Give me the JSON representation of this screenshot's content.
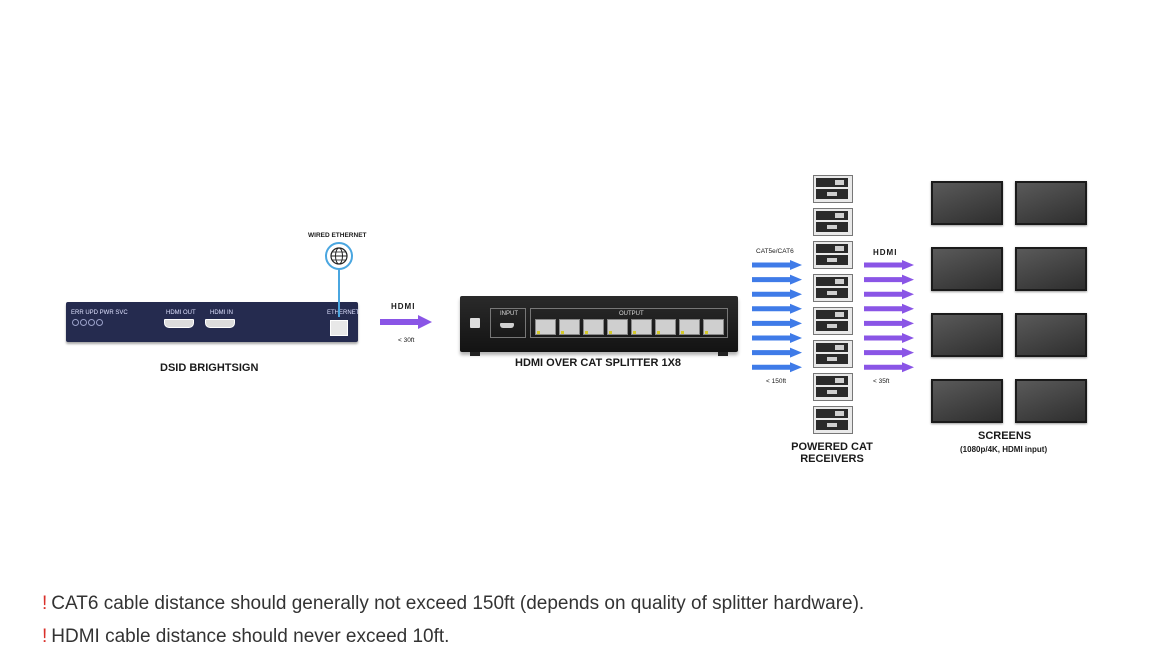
{
  "player": {
    "name": "DSID BRIGHTSIGN",
    "port_left": "ERR UPD PWR SVC",
    "port_hdmi_out": "HDMI OUT",
    "port_hdmi_in": "HDMI IN",
    "port_ethernet": "ETHERNET"
  },
  "ethernet": {
    "label": "WIRED ETHERNET",
    "icon": "globe-icon"
  },
  "link1": {
    "logo": "HDMI",
    "distance": "< 30ft",
    "arrow_color": "#8a55e6"
  },
  "splitter": {
    "name": "HDMI OVER CAT SPLITTER 1X8",
    "input_label": "INPUT",
    "output_label": "OUTPUT",
    "output_count": 8
  },
  "link2": {
    "label": "CAT5e/CAT6",
    "distance": "< 150ft",
    "arrow_color": "#3f7be8",
    "count": 8
  },
  "receivers": {
    "name_line1": "POWERED CAT",
    "name_line2": "RECEIVERS",
    "count": 8
  },
  "link3": {
    "logo": "HDMI",
    "distance": "< 35ft",
    "arrow_color": "#8a55e6",
    "count": 8
  },
  "screens": {
    "name": "SCREENS",
    "subtitle": "(1080p/4K, HDMI input)",
    "count": 8
  },
  "notes": [
    {
      "mark": "!",
      "text": "CAT6 cable distance should generally not exceed 150ft (depends on quality of splitter hardware)."
    },
    {
      "mark": "!",
      "text": "HDMI cable distance should never exceed 10ft."
    }
  ],
  "colors": {
    "accent_warning": "#d9302a",
    "player_body": "#252b4f"
  }
}
